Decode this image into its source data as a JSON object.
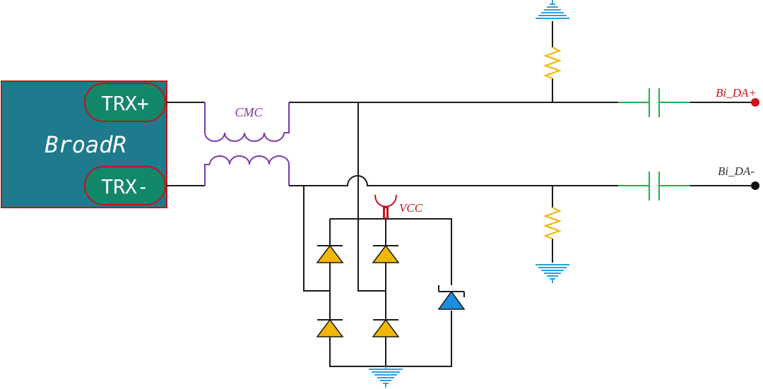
{
  "block": {
    "label": "BroadR",
    "pin_plus": "TRX+",
    "pin_minus": "TRX-"
  },
  "labels": {
    "cmc": "CMC",
    "vcc": "VCC",
    "out_plus": "Bi_DA+",
    "out_minus": "Bi_DA-"
  },
  "colors": {
    "block_fill": "#1e7a8c",
    "block_border": "#c0151c",
    "pin_fill": "#12876a",
    "coil": "#7b3aa8",
    "capacitor": "#1fb14a",
    "resistor": "#f0b400",
    "diode": "#f2b705",
    "tvs": "#1c8ee0",
    "ground": "#2f9ee0",
    "vcc": "#c0151c",
    "terminal_plus": "#d0101a",
    "terminal_minus": "#111111"
  }
}
